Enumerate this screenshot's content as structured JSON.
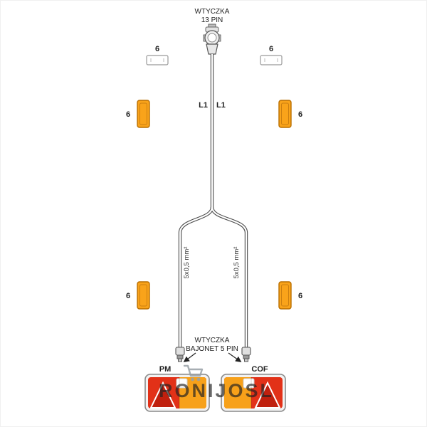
{
  "colors": {
    "label_red": "#e8190c",
    "marker_orange": "#f9a31a",
    "marker_border": "#b86e00",
    "lamp_red": "#e23118",
    "lamp_dark_red": "#c0200e",
    "lamp_amber": "#f7a11a",
    "cable_gray": "#4a4a4a",
    "watermark_gray": "#98a0a6"
  },
  "top_plug": {
    "label_line1": "WTYCZKA",
    "label_line2": "13 PIN"
  },
  "cable": {
    "left_label": "L1",
    "right_label": "L1"
  },
  "branches": {
    "left_label": "5x0,5 mm²",
    "right_label": "5x0,5 mm²"
  },
  "qty_labels": {
    "plate_top_left": "6",
    "plate_top_right": "6",
    "marker_mid_left": "6",
    "marker_mid_right": "6",
    "marker_low_left": "6",
    "marker_low_right": "6"
  },
  "bottom_plug": {
    "label_line1": "WTYCZKA",
    "label_line2": "BAJONET 5 PIN",
    "left_connector_label": "PM",
    "right_connector_label": "COF"
  },
  "watermark": {
    "text": "RONIJOSL"
  }
}
